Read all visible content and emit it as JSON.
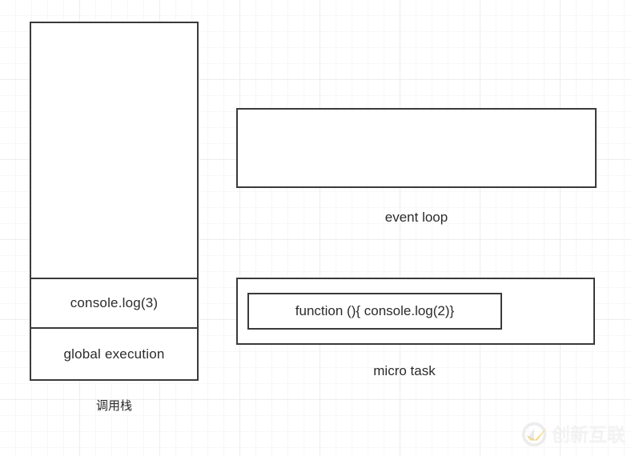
{
  "diagram": {
    "call_stack": {
      "caption": "调用栈",
      "frames": [
        {
          "label": "console.log(3)"
        },
        {
          "label": "global execution"
        }
      ]
    },
    "event_loop": {
      "caption": "event loop",
      "items": []
    },
    "micro_task": {
      "caption": "micro task",
      "items": [
        {
          "label": "function (){ console.log(2)}"
        }
      ]
    }
  },
  "watermark": {
    "text": "创新互联",
    "logo_name": "chuangxin-hulian-logo",
    "ring_color": "#d8d8d8",
    "arrow_color": "#f2b723"
  },
  "colors": {
    "background": "#ffffff",
    "grid_minor": "#f7f7f7",
    "grid_major": "#ededed",
    "box_border": "#3a3a3a",
    "text": "#2b2b2b"
  }
}
